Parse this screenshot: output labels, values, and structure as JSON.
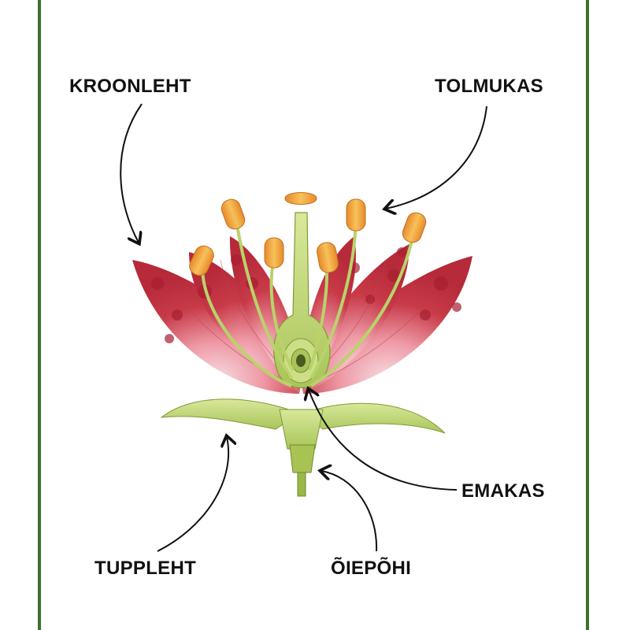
{
  "labels": {
    "petal": "KROONLEHT",
    "anther": "TOLMUKAS",
    "pistil": "EMAKAS",
    "sepal": "TUPPLEHT",
    "receptacle": "ÕIEPÕHI"
  },
  "colors": {
    "frame": "#3f6e32",
    "petal": "#c83a48",
    "petal_spots": "#a81f30",
    "petal_base": "#f3c7cc",
    "green": "#b9d36a",
    "green_dark": "#6f8a2a",
    "anther": "#f0a23a",
    "arrow": "#111111"
  },
  "icons": {
    "flower": "flower-cross-section-illustration"
  }
}
